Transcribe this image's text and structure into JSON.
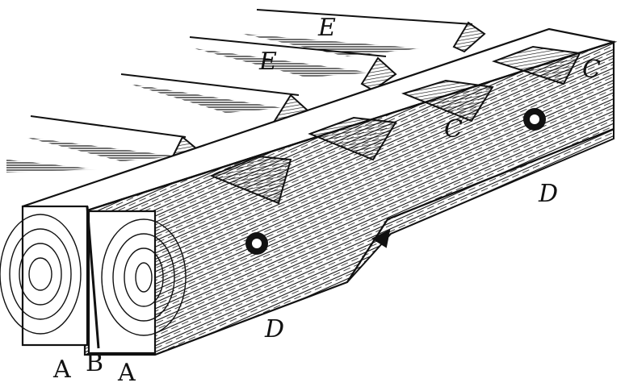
{
  "labels": {
    "a_left": "A",
    "b": "B",
    "a_right": "A",
    "e_upper": "E",
    "e_lower": "E",
    "c_right": "C",
    "c_middle": "C",
    "d_right": "D",
    "d_front": "D"
  },
  "colors": {
    "ink": "#111111",
    "paper": "#ffffff"
  }
}
